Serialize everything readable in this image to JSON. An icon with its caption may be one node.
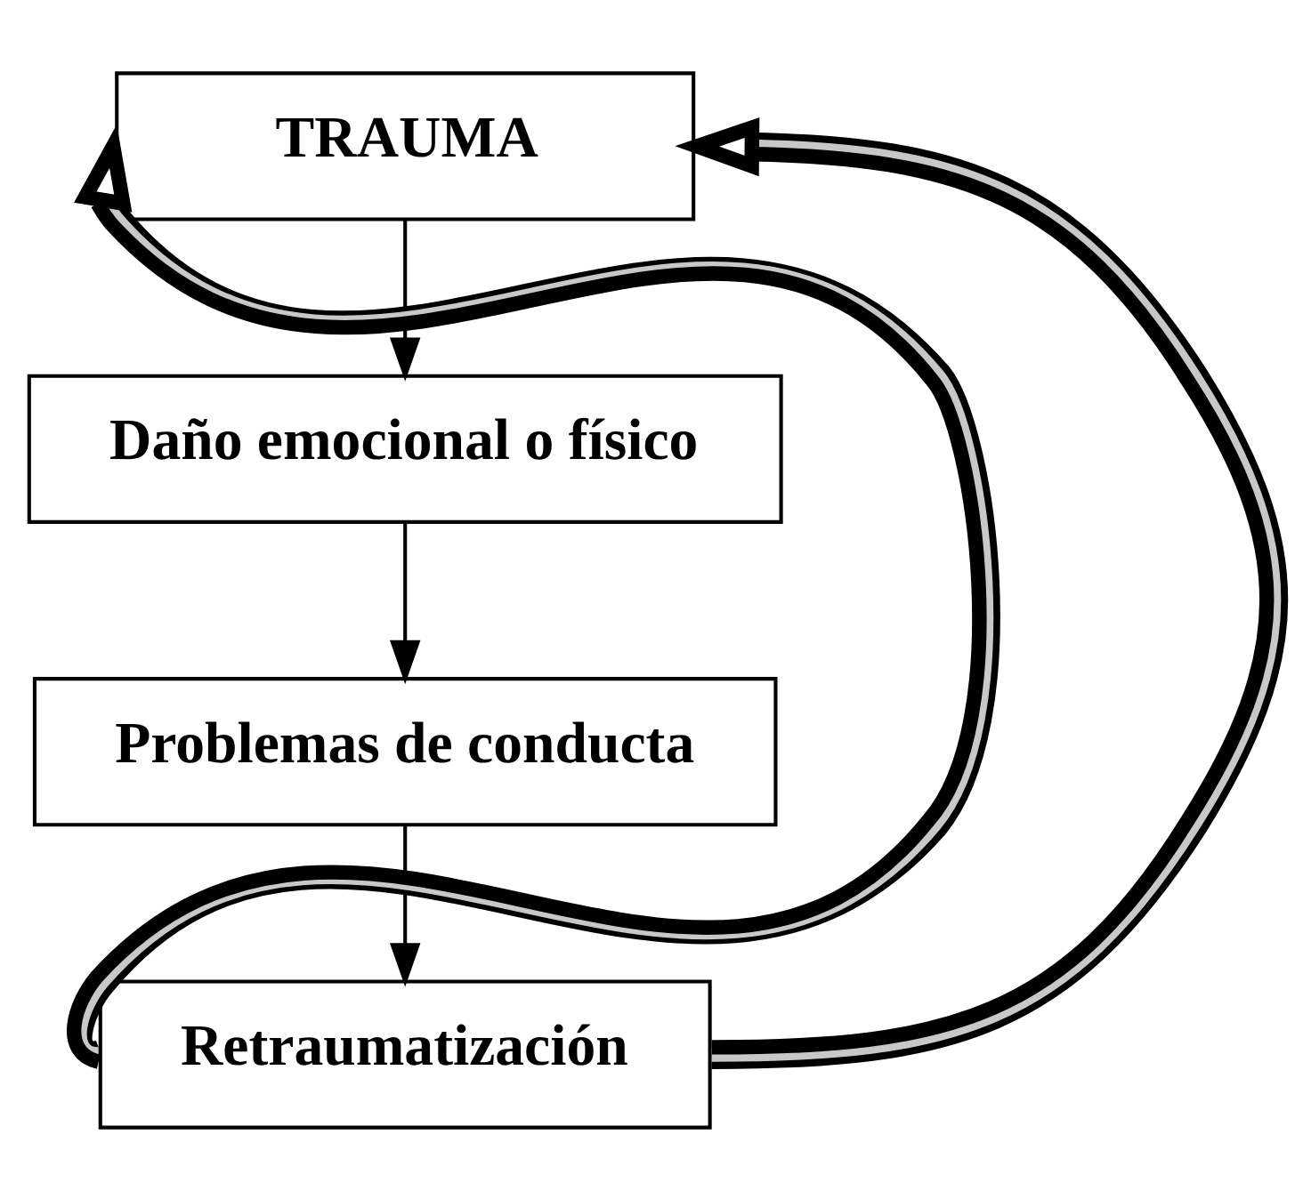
{
  "diagram": {
    "nodes": [
      {
        "text": [
          "TRAUMA"
        ]
      },
      {
        "text": [
          "Daño emocional o físico"
        ]
      },
      {
        "text": [
          "Problemas de conducta"
        ]
      },
      {
        "text": [
          "Retraumatización"
        ]
      }
    ],
    "edges": [
      {
        "from": 0,
        "to": 1,
        "arrow": "to"
      },
      {
        "from": 1,
        "to": 2,
        "arrow": "to"
      },
      {
        "from": 2,
        "to": 3,
        "arrow": "to"
      },
      {
        "from": 3,
        "to": 0,
        "arrow": "to",
        "style": "thick"
      },
      {
        "from": 3,
        "to": 0,
        "arrow": "to",
        "style": "thick"
      }
    ]
  }
}
